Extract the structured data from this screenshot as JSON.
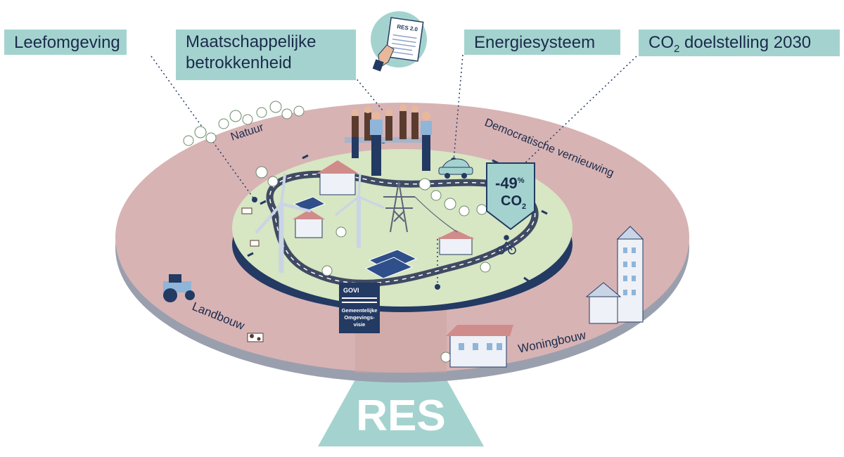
{
  "labels": {
    "leefomgeving": "Leefomgeving",
    "maatschappelijke": "Maatschappelijke betrokkenheid",
    "energiesysteem": "Energiesysteem",
    "co2_prefix": "CO",
    "co2_sub": "2",
    "co2_suffix": " doelstelling 2030"
  },
  "document_badge": {
    "title": "RES 2.0"
  },
  "ring_labels": {
    "natuur": "Natuur",
    "democratische": "Democratische vernieuwing",
    "landbouw": "Landbouw",
    "woningbouw": "Woningbouw"
  },
  "target_flag": {
    "percent": "-49",
    "percent_sign": "%",
    "gas": "CO",
    "gas_sub": "2"
  },
  "govi_sign": {
    "header": "GOVI",
    "line1": "Gemeentelijke",
    "line2": "Omgevings-",
    "line3": "visie"
  },
  "base_label": "RES",
  "colors": {
    "label_bg": "#a4d3cf",
    "text_dark": "#1b2b4b",
    "outer_disc": "#d7b3b4",
    "inner_island": "#d7e6c3",
    "teal": "#a4d3cf",
    "navy": "#233a63"
  },
  "icons": [
    "document-icon",
    "hand-icon",
    "wind-turbine-icon",
    "solar-panel-icon",
    "pylon-icon",
    "tree-icon",
    "house-icon",
    "tractor-icon",
    "cow-icon",
    "car-icon",
    "cyclist-icon",
    "building-icon",
    "people-group-icon"
  ]
}
